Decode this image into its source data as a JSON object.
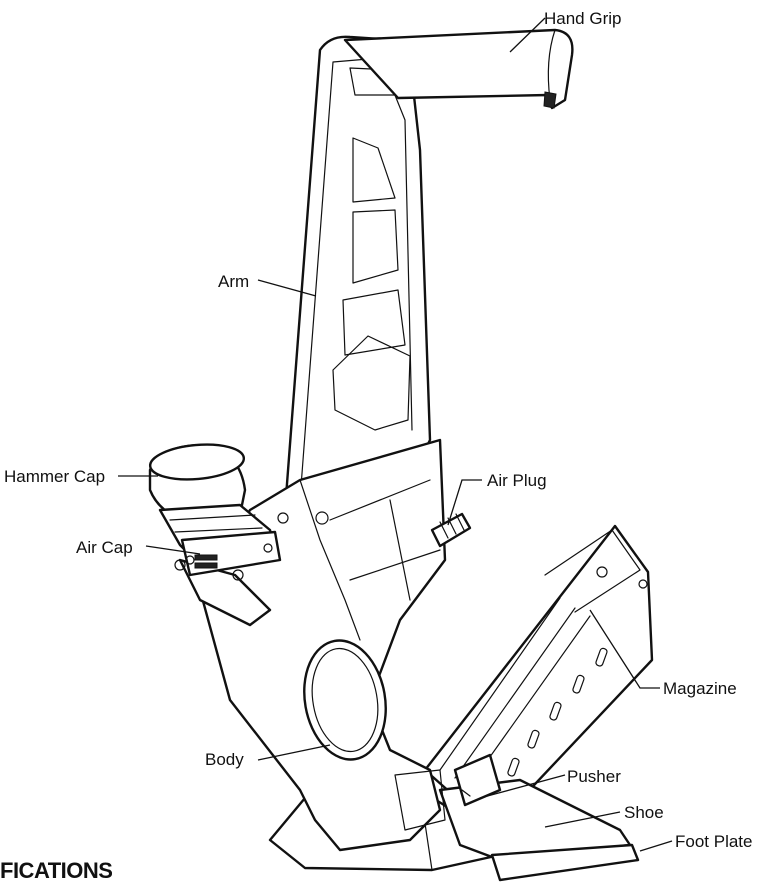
{
  "labels": {
    "hand_grip": "Hand Grip",
    "arm": "Arm",
    "air_plug": "Air Plug",
    "hammer_cap": "Hammer Cap",
    "air_cap": "Air Cap",
    "magazine": "Magazine",
    "body": "Body",
    "pusher": "Pusher",
    "shoe": "Shoe",
    "foot_plate": "Foot Plate"
  },
  "section_heading": "FICATIONS"
}
